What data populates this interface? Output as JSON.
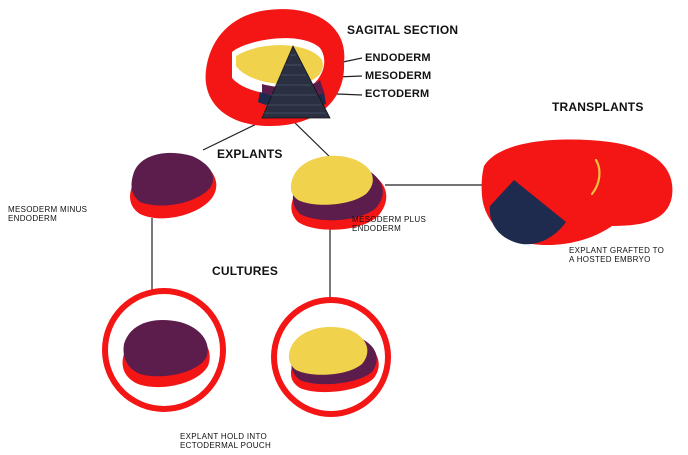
{
  "labels": {
    "sagital_section": "SAGITAL SECTION",
    "endoderm": "ENDODERM",
    "mesoderm": "MESODERM",
    "ectoderm": "ECTODERM",
    "transplants": "TRANSPLANTS",
    "explants": "EXPLANTS",
    "mesoderm_minus_endoderm_line1": "MESODERM MINUS",
    "mesoderm_minus_endoderm_line2": "ENDODERM",
    "mesoderm_plus_endoderm_line1": "MESODERM PLUS",
    "mesoderm_plus_endoderm_line2": "ENDODERM",
    "explant_grafted_line1": "EXPLANT GRAFTED TO",
    "explant_grafted_line2": "A HOSTED EMBRYO",
    "cultures": "CULTURES",
    "explant_hold_line1": "EXPLANT HOLD INTO",
    "explant_hold_line2": "ECTODERMAL POUCH"
  },
  "colors": {
    "red": "#f41515",
    "yellow": "#f0d24c",
    "purple": "#5c1d4c",
    "navy": "#1e2a4e",
    "line": "#222222"
  }
}
